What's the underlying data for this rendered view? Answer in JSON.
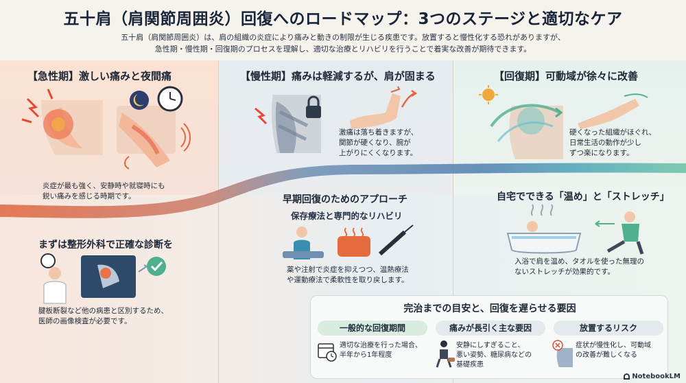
{
  "header": {
    "title": "五十肩（肩関節周囲炎）回復へのロードマップ：3つのステージと適切なケア",
    "subtitle_line1": "五十肩（肩関節周囲炎）は、肩の組織の炎症により痛みと動きの制限が生じる疾患です。放置すると慢性化する恐れがありますが、",
    "subtitle_line2": "急性期・慢性期・回復期のプロセスを理解し、適切な治療とリハビリを行うことで着実な改善が期待できます。"
  },
  "stages": {
    "acute": {
      "title": "【急性期】激しい痛みと夜間痛",
      "desc_line1": "炎症が最も強く、安静時や就寝時にも",
      "desc_line2": "鋭い痛みを感じる時期です。"
    },
    "chronic": {
      "title": "【慢性期】痛みは軽減するが、肩が固まる",
      "desc_line1": "激痛は落ち着きますが、",
      "desc_line2": "関節が硬くなり、腕が",
      "desc_line3": "上がりにくくなります。"
    },
    "recovery": {
      "title": "【回復期】可動域が徐々に改善",
      "desc_line1": "硬くなった組織がほぐれ、",
      "desc_line2": "日常生活の動作が少し",
      "desc_line3": "ずつ楽になります。"
    }
  },
  "diagnosis": {
    "title": "まずは整形外科で正確な診断を",
    "desc_line1": "腱板断裂など他の病患と区別するため、",
    "desc_line2": "医師の画像検査が必要です。"
  },
  "approach": {
    "title": "早期回復のためのアプローチ",
    "subtitle": "保存療法と専門的なリハビリ",
    "desc_line1": "薬や注射で炎症を抑えつつ、温熱療法",
    "desc_line2": "や運動療法で柔軟性を取り戻します。"
  },
  "home": {
    "title": "自宅でできる「温め」と「ストレッチ」",
    "desc_line1": "入浴で肩を温め、タオルを使った無理の",
    "desc_line2": "ないストレッチが効果的です。"
  },
  "summary": {
    "title": "完治までの目安と、回復を遅らせる要因",
    "col1": {
      "label": "一般的な回復期間",
      "text_line1": "適切な治療を行った場合、",
      "text_line2": "半年から1年程度"
    },
    "col2": {
      "label": "痛みが長引く主な要因",
      "text_line1": "安静にしすぎること、",
      "text_line2": "悪い姿勢、糖尿病などの",
      "text_line3": "基礎疾患"
    },
    "col3": {
      "label": "放置するリスク",
      "text_line1": "症状が慢性化し、可動域",
      "text_line2": "の改善が難しくなる"
    }
  },
  "brand": {
    "name": "NotebookLM"
  },
  "colors": {
    "acute": "#e8734a",
    "chronic": "#7f95b0",
    "recovery": "#4fb08f",
    "band_start": "#e0663f",
    "band_mid": "#4f7fb0",
    "band_end": "#6cc3a6"
  }
}
